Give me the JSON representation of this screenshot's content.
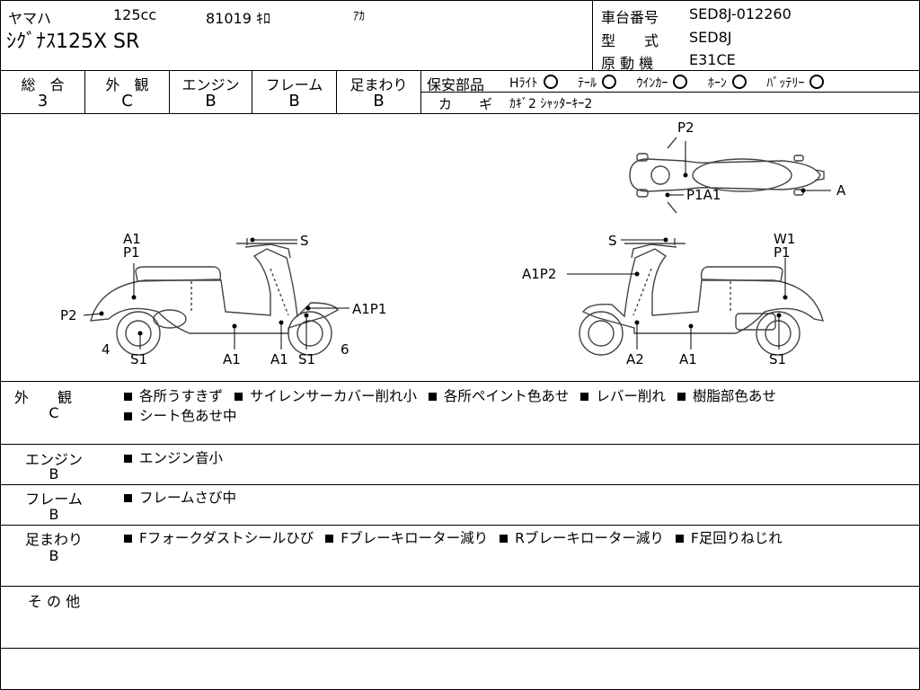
{
  "header": {
    "maker": "ヤマハ",
    "displacement": "125cc",
    "mileage": "81019 ｷﾛ",
    "color": "ｱｶ",
    "model_name": "ｼｸﾞﾅｽ125X SR",
    "frame_no_label": "車台番号",
    "frame_no": "SED8J-012260",
    "type_label": "型　　式",
    "type_value": "SED8J",
    "engine_label": "原 動 機",
    "engine_value": "E31CE"
  },
  "grades": {
    "cells": [
      {
        "label": "総　合",
        "value": "3"
      },
      {
        "label": "外　観",
        "value": "C"
      },
      {
        "label": "エンジン",
        "value": "B"
      },
      {
        "label": "フレーム",
        "value": "B"
      },
      {
        "label": "足まわり",
        "value": "B"
      }
    ]
  },
  "safety": {
    "label": "保安部品",
    "items": [
      {
        "name": "Hﾗｲﾄ",
        "status": "O"
      },
      {
        "name": "ﾃｰﾙ",
        "status": "O"
      },
      {
        "name": "ｳｲﾝｶｰ",
        "status": "O"
      },
      {
        "name": "ﾎｰﾝ",
        "status": "O"
      },
      {
        "name": "ﾊﾞｯﾃﾘｰ",
        "status": "O"
      }
    ],
    "key_label": "カ　　ギ",
    "key_value": "ｶｷﾞ2 ｼｬｯﾀｰｷｰ2"
  },
  "diagram": {
    "labels": {
      "top_p2": "P2",
      "top_p1a1": "P1A1",
      "top_a": "A",
      "left_a1": "A1",
      "left_p1": "P1",
      "left_s": "S",
      "left_p2": "P2",
      "left_a1p1": "A1P1",
      "left_4": "4",
      "left_6": "6",
      "left_s1a": "S1",
      "left_a1b": "A1",
      "left_a1c": "A1",
      "left_s1b": "S1",
      "right_s": "S",
      "right_w1": "W1",
      "right_p1": "P1",
      "right_a1p2": "A1P2",
      "right_a2": "A2",
      "right_a1": "A1",
      "right_s1": "S1"
    }
  },
  "sections": [
    {
      "title": "外　　観",
      "grade": "C",
      "lines": [
        [
          "各所うすきず",
          "サイレンサーカバー削れ小",
          "各所ペイント色あせ",
          "レバー削れ",
          "樹脂部色あせ"
        ],
        [
          "シート色あせ中"
        ]
      ]
    },
    {
      "title": "エンジン",
      "grade": "B",
      "lines": [
        [
          "エンジン音小"
        ]
      ]
    },
    {
      "title": "フレーム",
      "grade": "B",
      "lines": [
        [
          "フレームさび中"
        ]
      ]
    },
    {
      "title": "足まわり",
      "grade": "B",
      "lines": [
        [
          "Fフォークダストシールひび",
          "Fブレーキローター減り",
          "Rブレーキローター減り",
          "F足回りねじれ"
        ]
      ]
    },
    {
      "title": "そ の 他",
      "grade": "",
      "lines": []
    }
  ]
}
